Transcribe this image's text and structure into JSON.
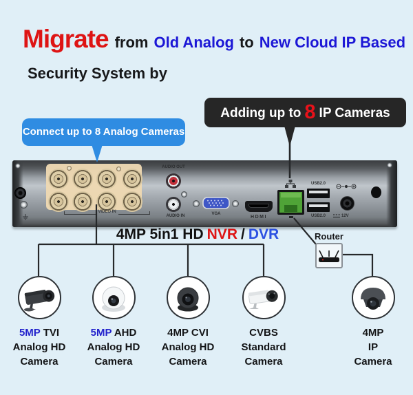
{
  "header": {
    "title_accent": "Migrate",
    "from_word": "from",
    "old_phrase": "Old Analog",
    "to_word": "to",
    "new_phrase": "New Cloud IP Based",
    "subtitle": "Security System by"
  },
  "callouts": {
    "ip": {
      "prefix": "Adding up to",
      "count": "8",
      "suffix": "IP Cameras"
    },
    "analog": "Connect up to 8 Analog Cameras"
  },
  "device": {
    "ports": {
      "video_in": "VIDEO IN",
      "audio_out": "AUDIO OUT",
      "audio_in": "AUDIO IN",
      "vga": "VGA",
      "hdmi": "HDMI",
      "usb_top": "USB2.0",
      "usb_bottom": "USB2.0",
      "power": "12V"
    },
    "caption": {
      "prefix": "4MP 5in1 HD",
      "nvr": "NVR",
      "separator": "/",
      "dvr": "DVR"
    }
  },
  "router": {
    "label": "Router"
  },
  "cameras": [
    {
      "icon": "bullet-camera-dark",
      "spec_highlight": "5MP",
      "spec": " TVI",
      "line2": "Analog HD",
      "line3": "Camera"
    },
    {
      "icon": "dome-camera-white",
      "spec_highlight": "5MP",
      "spec": " AHD",
      "line2": "Analog HD",
      "line3": "Camera"
    },
    {
      "icon": "dome-camera-black",
      "spec_highlight": "",
      "spec": "4MP CVI",
      "line2": "Analog HD",
      "line3": "Camera"
    },
    {
      "icon": "bullet-camera-white",
      "spec_highlight": "",
      "spec": "CVBS",
      "line2": "Standard",
      "line3": "Camera"
    },
    {
      "icon": "dome-camera-ip",
      "spec_highlight": "",
      "spec": "4MP",
      "line2": "IP",
      "line3": "Camera"
    }
  ],
  "colors": {
    "background": "#e0eff7",
    "accent_red": "#de1414",
    "header_blue": "#1c17d6",
    "bubble_blue": "#2f8ce2",
    "bubble_dark": "#262626",
    "count_red": "#e8121a",
    "nvr_red": "#de1414",
    "dvr_blue": "#2b50e2",
    "spec_blue": "#2222cc",
    "ethernet_green": "#4fa337",
    "line_color": "#26282a"
  }
}
